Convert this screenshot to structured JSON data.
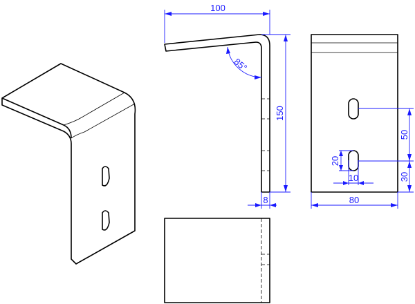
{
  "drawing": {
    "title": "Angle bracket with slots - orthographic and isometric views",
    "dimensions": {
      "flange_length": "100",
      "height": "150",
      "thickness": "8",
      "bend_angle": "85°",
      "width": "80",
      "slot_pitch": "50",
      "slot_from_bottom": "30",
      "slot_length": "20",
      "slot_width": "10"
    },
    "colors": {
      "outline": "#000000",
      "dimension": "#1a1aff"
    }
  }
}
